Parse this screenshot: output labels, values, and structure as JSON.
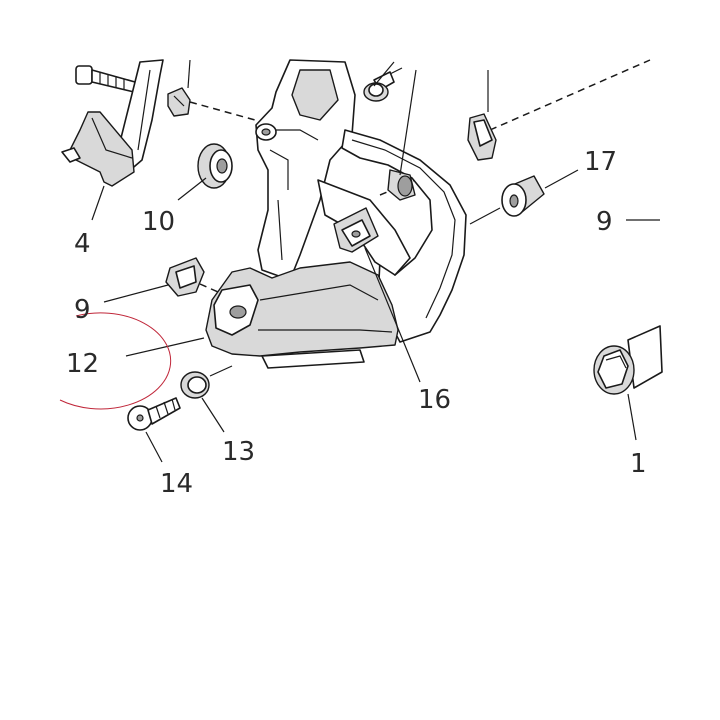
{
  "callouts": {
    "c4": "4",
    "c10": "10",
    "c17": "17",
    "c9_right": "9",
    "c9_left": "9",
    "c12": "12",
    "c16": "16",
    "c13": "13",
    "c14": "14",
    "c1": "1"
  },
  "colors": {
    "line": "#1a1a1a",
    "shade": "#d9d9d9",
    "highlight_circle": "#c0273a"
  }
}
